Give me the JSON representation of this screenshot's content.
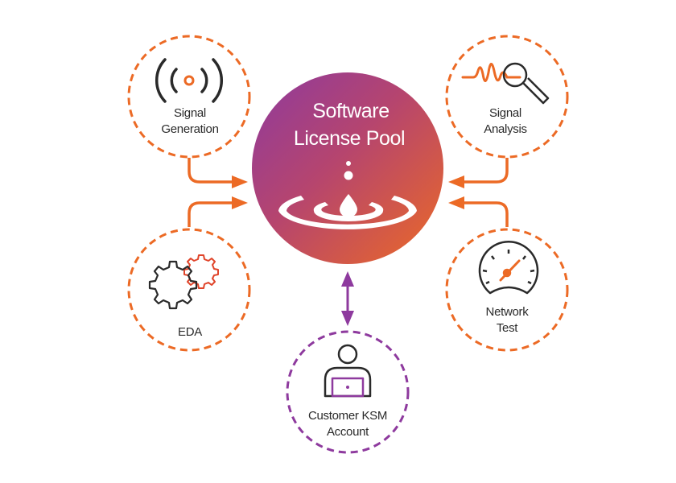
{
  "center": {
    "title_line1": "Software",
    "title_line2": "License Pool",
    "icon": "water-drop-ripple-icon",
    "gradient": {
      "from": "#8e3a9e",
      "to": "#ec6a25"
    }
  },
  "colors": {
    "orange": "#ec6a25",
    "purple": "#8e3a9e",
    "icon_dark": "#2a2a2a"
  },
  "nodes": [
    {
      "id": "signal-generation",
      "line1": "Signal",
      "line2": "Generation",
      "icon": "broadcast-signal-icon",
      "color": "#ec6a25"
    },
    {
      "id": "signal-analysis",
      "line1": "Signal",
      "line2": "Analysis",
      "icon": "waveform-magnifier-icon",
      "color": "#ec6a25"
    },
    {
      "id": "eda",
      "line1": "EDA",
      "line2": "",
      "icon": "gears-icon",
      "color": "#ec6a25"
    },
    {
      "id": "network-test",
      "line1": "Network",
      "line2": "Test",
      "icon": "speedometer-icon",
      "color": "#ec6a25"
    },
    {
      "id": "customer-ksm-account",
      "line1": "Customer KSM",
      "line2": "Account",
      "icon": "user-laptop-icon",
      "color": "#8e3a9e"
    }
  ],
  "connectors": [
    {
      "from": "signal-generation",
      "to": "center",
      "direction": "into-center"
    },
    {
      "from": "eda",
      "to": "center",
      "direction": "into-center"
    },
    {
      "from": "signal-analysis",
      "to": "center",
      "direction": "into-center"
    },
    {
      "from": "network-test",
      "to": "center",
      "direction": "into-center"
    },
    {
      "from": "customer-ksm-account",
      "to": "center",
      "direction": "bidirectional"
    }
  ]
}
